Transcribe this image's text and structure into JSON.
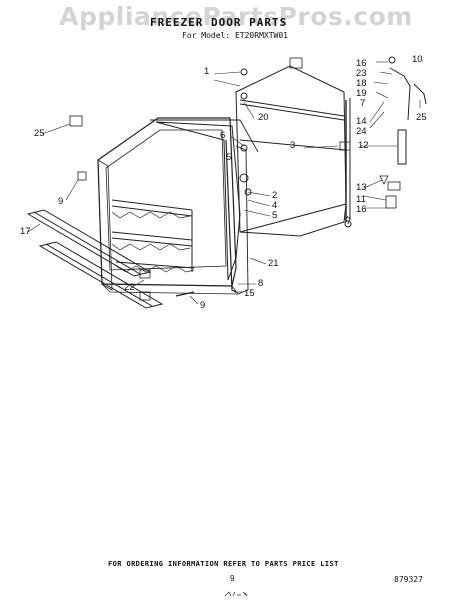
{
  "watermark": "AppliancePartsPros.com",
  "title": "FREEZER DOOR PARTS",
  "model_line": "For Model: ET20RMXTW01",
  "callouts": {
    "c1": "1",
    "c2": "2",
    "c3": "3",
    "c4": "4",
    "c5": "5",
    "c5b": "5",
    "c6": "6",
    "c7a": "7",
    "c7b": "7",
    "c8": "8",
    "c9a": "9",
    "c9b": "9",
    "c10": "10",
    "c11": "11",
    "c12": "12",
    "c13": "13",
    "c14": "14",
    "c15": "15",
    "c16a": "16",
    "c16b": "16",
    "c17": "17",
    "c18": "18",
    "c19": "19",
    "c20": "20",
    "c21": "21",
    "c22": "22",
    "c23": "23",
    "c24": "24",
    "c25a": "25",
    "c25b": "25"
  },
  "footer": "FOR ORDERING INFORMATION REFER TO PARTS PRICE LIST",
  "page_number": "9",
  "doc_number": "879327"
}
